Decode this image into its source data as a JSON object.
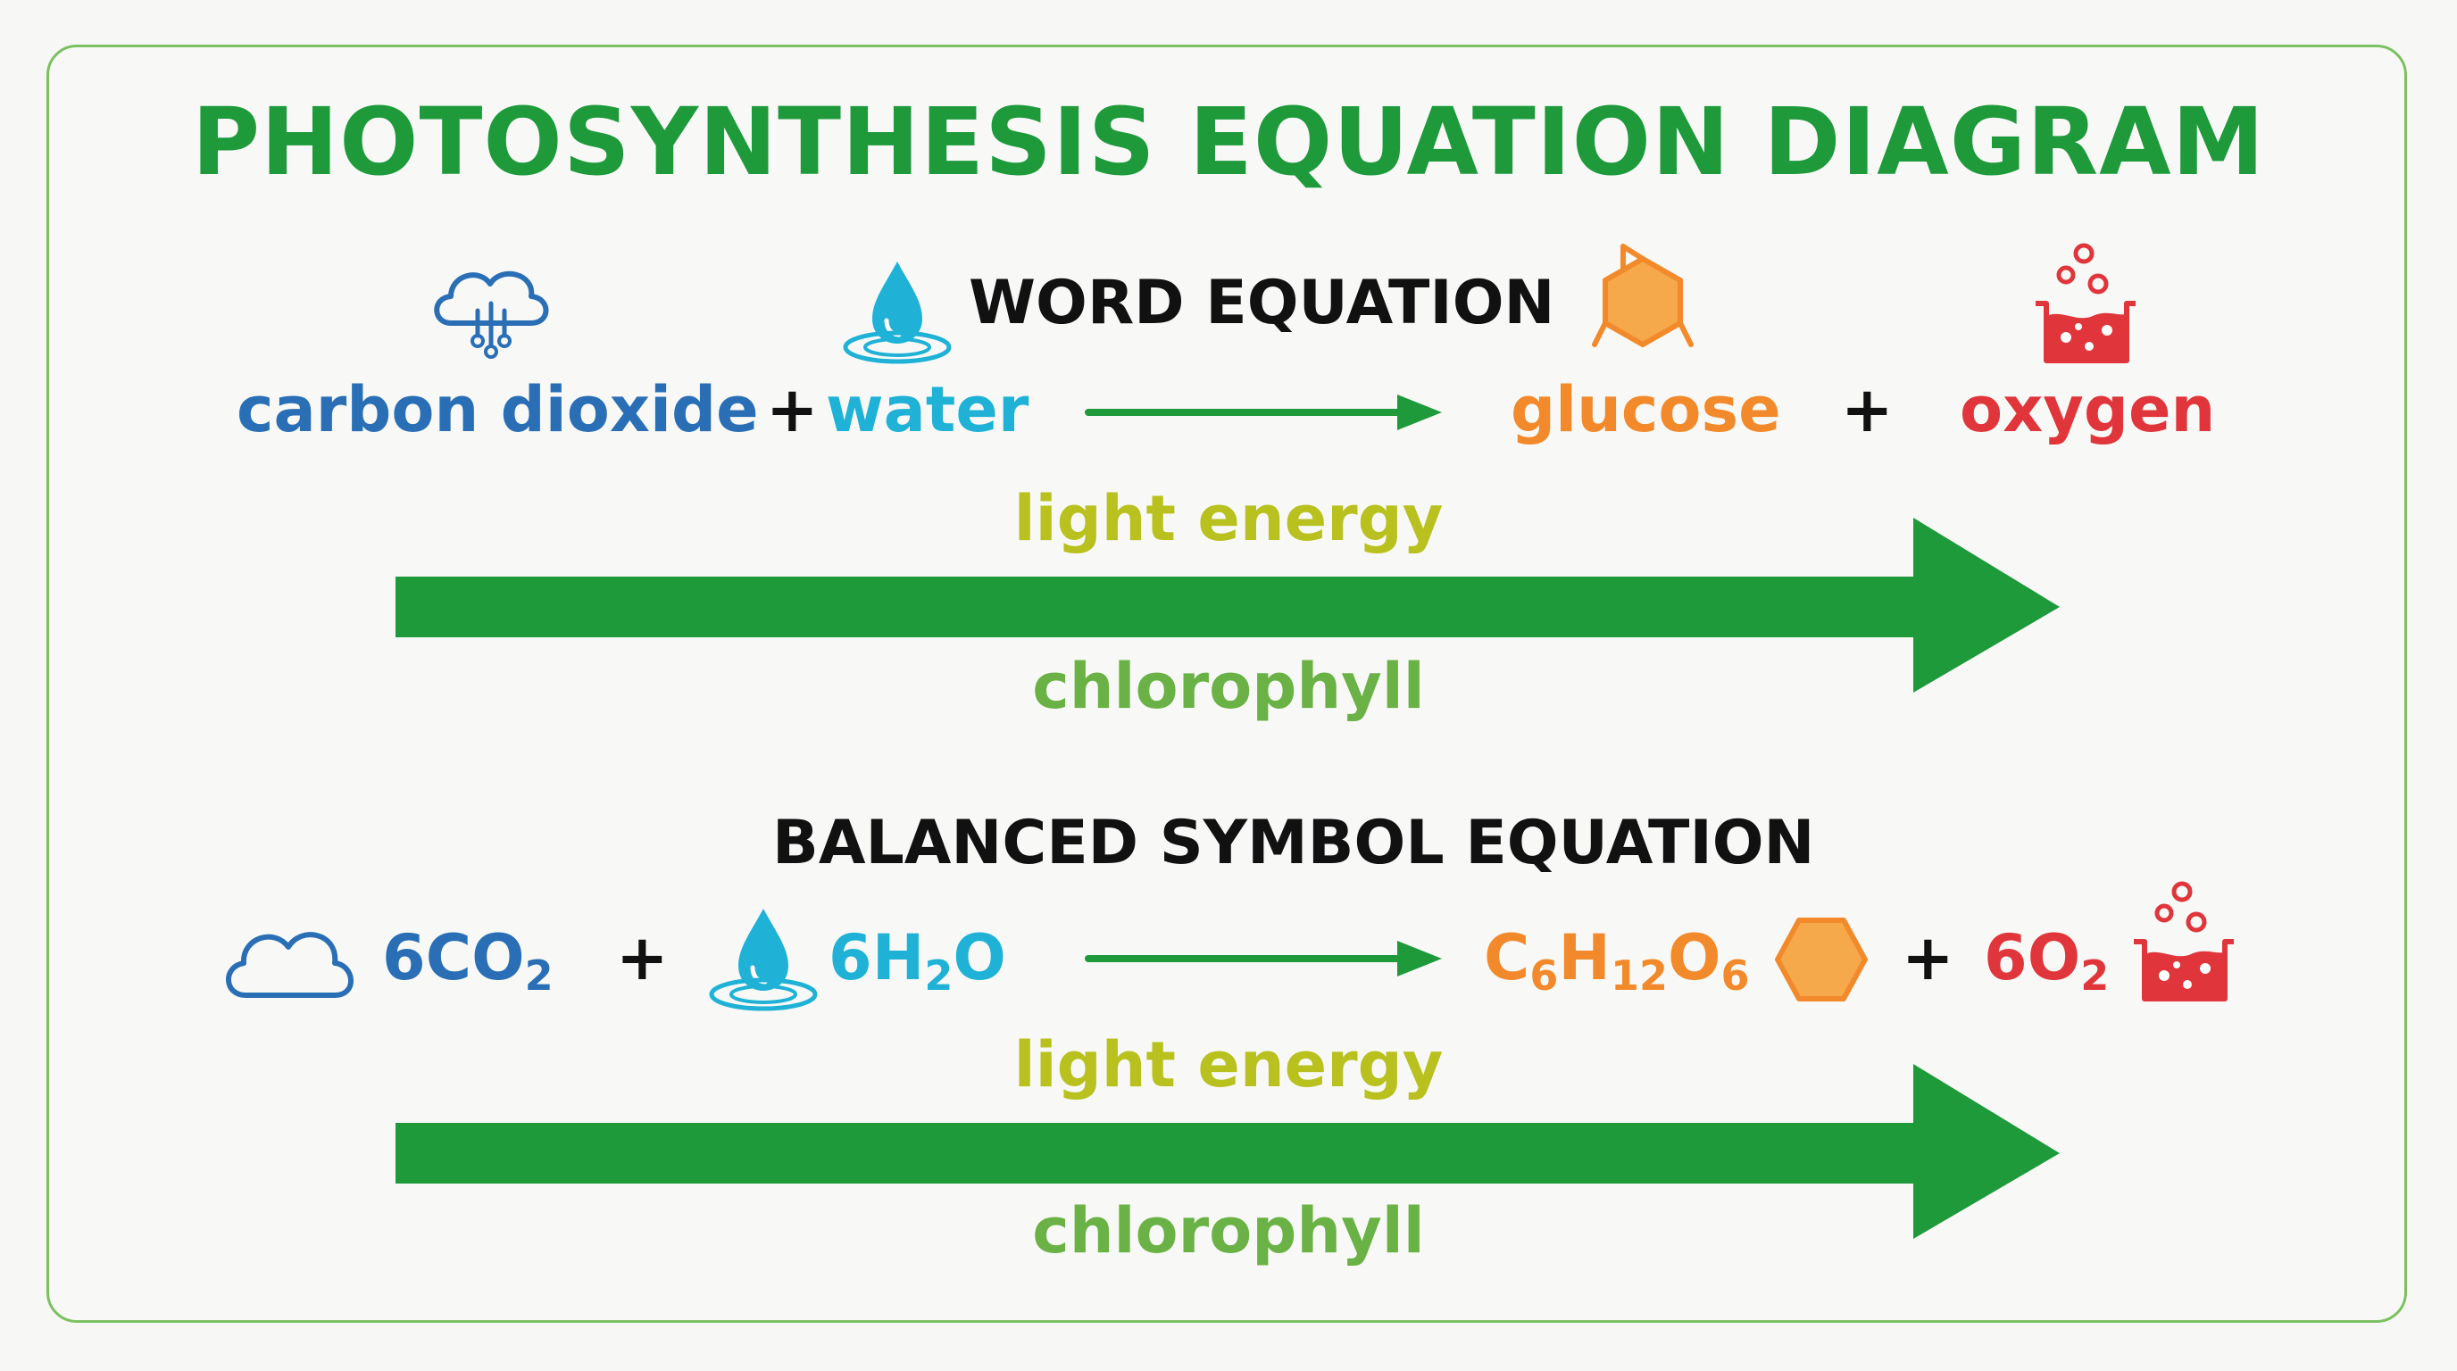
{
  "title": "PHOTOSYNTHESIS EQUATION DIAGRAM",
  "colors": {
    "title": "#1e9a3b",
    "carbon_dioxide": "#2a6fb5",
    "water": "#1fb2d6",
    "glucose": "#f28a2c",
    "oxygen": "#e0353a",
    "light_energy": "#b9c11f",
    "chlorophyll": "#6ab245",
    "arrow": "#1e9a3b",
    "border": "#7cc061"
  },
  "icons": {
    "carbon_dioxide": "cloud-circuit-icon",
    "water": "water-drop-icon",
    "glucose": "hexagon-molecule-icon",
    "oxygen": "bubbling-beaker-icon"
  },
  "word_equation": {
    "heading": "WORD EQUATION",
    "reactant_1": "carbon dioxide",
    "plus_1": "+",
    "reactant_2": "water",
    "product_1": "glucose",
    "plus_2": "+",
    "product_2": "oxygen",
    "condition_top": "light energy",
    "condition_bottom": "chlorophyll"
  },
  "symbol_equation": {
    "heading": "BALANCED SYMBOL EQUATION",
    "reactant_1": {
      "coef": "6",
      "parts": [
        "CO",
        "2"
      ]
    },
    "plus_1": "+",
    "reactant_2": {
      "coef": "6",
      "parts": [
        "H",
        "2",
        "O"
      ]
    },
    "product_1": {
      "parts": [
        "C",
        "6",
        "H",
        "12",
        "O",
        "6"
      ]
    },
    "plus_2": "+",
    "product_2": {
      "coef": "6",
      "parts": [
        "O",
        "2"
      ]
    },
    "condition_top": "light energy",
    "condition_bottom": "chlorophyll"
  }
}
